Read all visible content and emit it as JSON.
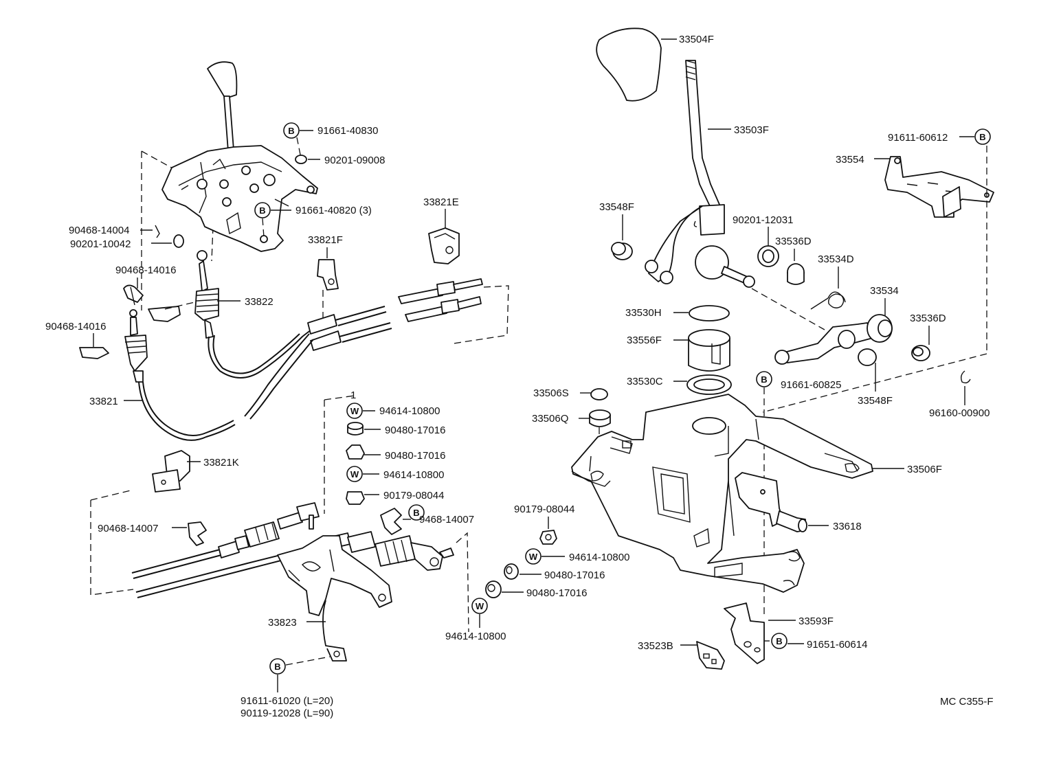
{
  "diagram_code": "MC C355-F",
  "callouts": {
    "c33504F": "33504F",
    "c33503F": "33503F",
    "c91611_60612": "91611-60612",
    "c33554": "33554",
    "c33548F_top": "33548F",
    "c90201_12031": "90201-12031",
    "c33536D_top": "33536D",
    "c33534D": "33534D",
    "c33534": "33534",
    "c33536D_right": "33536D",
    "c33530H": "33530H",
    "c33556F": "33556F",
    "c33530C": "33530C",
    "c91661_60825": "91661-60825",
    "c33548F_bottom": "33548F",
    "c96160_00900": "96160-00900",
    "c33506S": "33506S",
    "c33506Q": "33506Q",
    "c33506F": "33506F",
    "c33618": "33618",
    "c90179_08044_mid": "90179-08044",
    "c94614_10800_mid": "94614-10800",
    "c90480_17016_mid1": "90480-17016",
    "c90480_17016_mid2": "90480-17016",
    "c94614_10800_low": "94614-10800",
    "c33593F": "33593F",
    "c33523B": "33523B",
    "c91651_60614": "91651-60614",
    "c91661_40830": "91661-40830",
    "c90201_09008": "90201-09008",
    "c91661_40820": "91661-40820 (3)",
    "c33821E": "33821E",
    "c90468_14004": "90468-14004",
    "c90201_10042": "90201-10042",
    "c33821F": "33821F",
    "c90468_14016_a": "90468-14016",
    "c33822": "33822",
    "c90468_14016_b": "90468-14016",
    "c33821": "33821",
    "c33821K": "33821K",
    "c1": "1",
    "c94614_10800_a": "94614-10800",
    "c90480_17016_a": "90480-17016",
    "c90480_17016_b": "90480-17016",
    "c94614_10800_b": "94614-10800",
    "c90179_08044_a": "90179-08044",
    "c90468_14007_left": "90468-14007",
    "c90468_14007_right": "9468-14007",
    "c33823": "33823",
    "c91611_61020": "91611-61020 (L=20)",
    "c90119_12028": "90119-12028 (L=90)"
  },
  "symbols": {
    "bolt": "B",
    "washer": "W"
  }
}
